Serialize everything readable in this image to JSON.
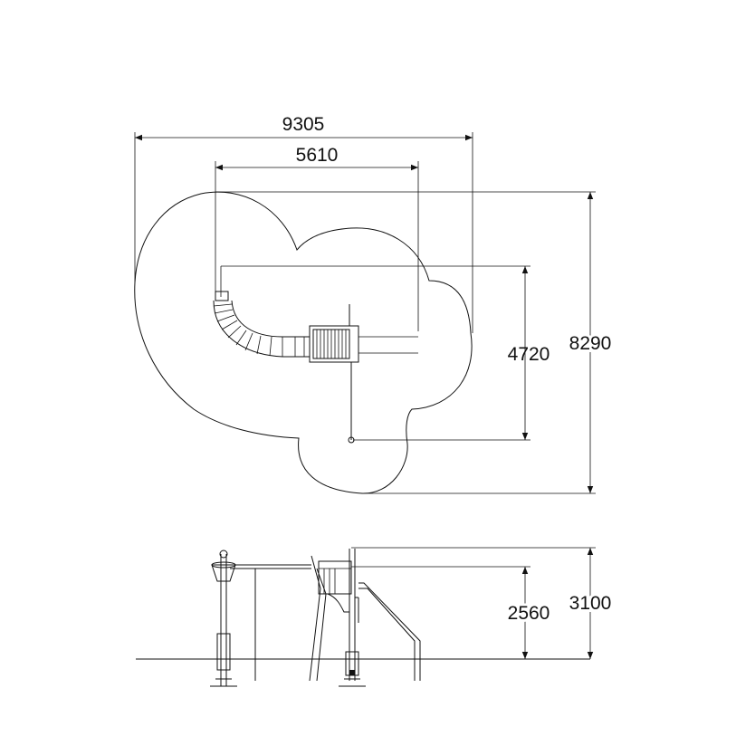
{
  "plan_view": {
    "overall_width": "9305",
    "inner_width": "5610",
    "inner_depth": "4720",
    "overall_depth": "8290"
  },
  "elevation_view": {
    "deck_height": "2560",
    "total_height": "3100"
  }
}
